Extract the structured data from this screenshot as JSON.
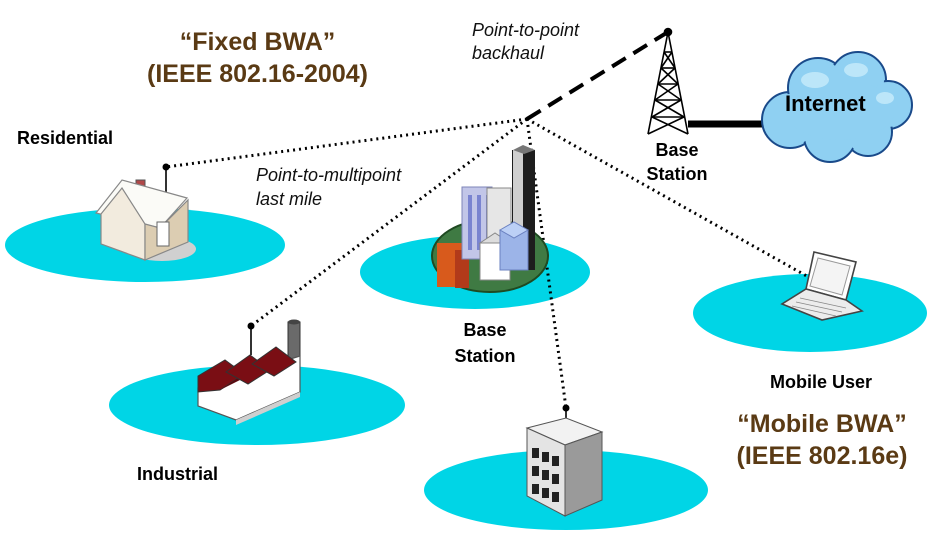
{
  "fixed": {
    "title": "“Fixed BWA”",
    "standard": "(IEEE 802.16-2004)"
  },
  "mobile": {
    "title": "“Mobile BWA”",
    "standard": "(IEEE 802.16e)"
  },
  "labels": {
    "ptp_line1": "Point-to-point",
    "ptp_line2": "backhaul",
    "ptmp_line1": "Point-to-multipoint",
    "ptmp_line2": "last mile",
    "residential": "Residential",
    "industrial": "Industrial",
    "mobile_user": "Mobile User",
    "base_station_line1": "Base",
    "base_station_line2": "Station",
    "tower_line1": "Base",
    "tower_line2": "Station",
    "internet": "Internet"
  },
  "icons": [
    "house-icon",
    "factory-icon",
    "city-icon",
    "office-building-icon",
    "laptop-icon",
    "tower-icon",
    "cloud-icon"
  ],
  "colors": {
    "ellipse": "#00d5e6",
    "title": "#5a3a14",
    "roof": "#7a0e14"
  }
}
